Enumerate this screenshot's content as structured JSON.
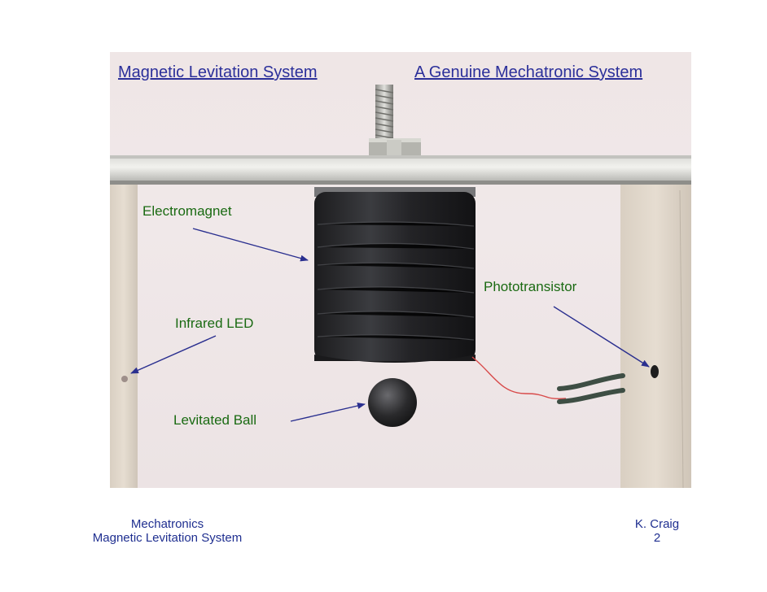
{
  "slide": {
    "title_left": "Magnetic Levitation System",
    "title_right": "A Genuine Mechatronic System",
    "labels": {
      "electromagnet": "Electromagnet",
      "phototransistor": "Phototransistor",
      "infrared_led": "Infrared LED",
      "levitated_ball": "Levitated Ball"
    },
    "footer": {
      "course": "Mechatronics",
      "subtitle": "Magnetic Levitation System",
      "author": "K. Craig",
      "page_number": "2"
    }
  },
  "colors": {
    "title": "#2b2f9a",
    "label": "#1a6a12",
    "arrow": "#2a2f8f",
    "footer": "#1f2f90"
  }
}
